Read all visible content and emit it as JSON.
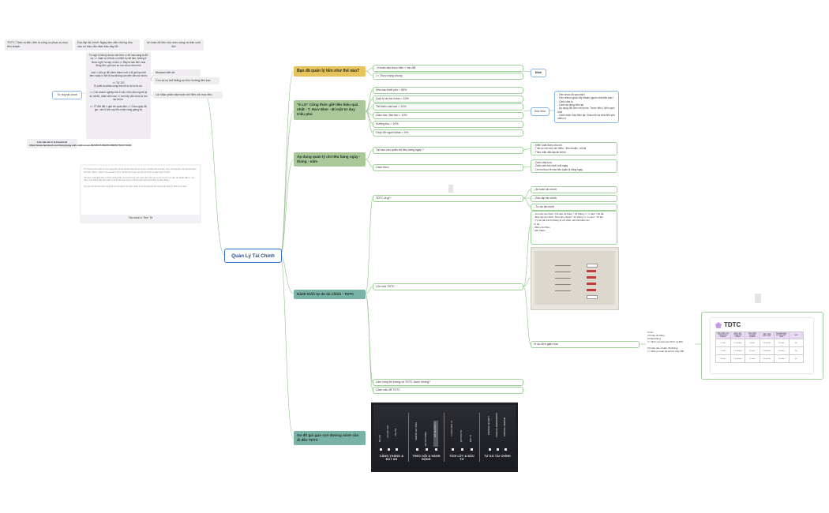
{
  "center": "Quản Lý Tài Chính",
  "colors": {
    "section_yellow": "#e6c35c",
    "section_green": "#a9c99a",
    "section_teal": "#79b3a8",
    "center_border": "#2f6fd0",
    "leaf_border": "#9fcf9a",
    "note_border": "#8ab4e8"
  },
  "sections": {
    "s1": {
      "title": "Bạn đã quản lý tiền như thế nào?",
      "leaves": [
        "- Khoản sáo thực hiện + tần đổi",
        "=> Thực trạng chung"
      ],
      "side": "Minh"
    },
    "s2": {
      "title": "\"6 LỌ\" Công thức giữ tiền hiệu quả nhất - T. Harv Eker - Bí mật tư duy triệu phú",
      "leaves": [
        "Nhu cầu thiết yếu = 55%",
        "Quỹ tự do tài chính = 10%",
        "Tiết kiệm dài hạn = 10%",
        "Giáo dục, đào tạo = 10%",
        "Hưởng thụ = 10%",
        "Giúp đỡ người khác = 5%"
      ],
      "side_label": "Góc nhìn",
      "side_note": "- Tiền chưa đủ sao chia?\n- Tiền nhiều nguồn lấy khoản nguồn chia tiệc sao?\n- Cách chia lọ\n- Cách áp dụng hiện tại\n- Áp dụng đối hơn với trước: Trước tiên 1 đến vạch chốt\n- Cách minh chia hiện tại: Chia nhỏ và chia đến yếu nhiều vì"
    },
    "s3": {
      "title": "Áp dụng quản lý chi tiêu hàng ngày - tháng - năm",
      "leaves": [
        "Tại sao cần quản chi tiêu hàng ngày ?",
        "Cách thực"
      ],
      "notes": [
        "- Kiểm soát được chu chi\n- Tính so với mức chi thiêu - tiêu chuẩn - tốt đa\n- Theo mẫu dẫu tập tài chính",
        "- Cách chia lọ tọ\n- Cách xem tài chính mỗi ngày\n- Lơi ích thực tế của việc quản lý hàng ngày"
      ]
    },
    "s4": {
      "title": "Hành trình tự do tài chính - TDTC",
      "leaves": [
        "TDTC là gì?",
        "Cột mốc TDTC",
        "Làm công ăn lương có TDTC được không?",
        "Cách nào để TDTC"
      ],
      "items": [
        "- An toàn tài chính",
        "- Độc lập tài chính",
        "- Tự do tài chính"
      ],
      "note": "- An toàn tài chính: Chi tiêu tối thiểu * 12 tháng => 1 năm * 20 lần\n- Độc lập tài chính: Tiêu tiêu chuẩn * 12 tháng => 1 năm * 25 lần\n- Tự do tài chính không bị chi phối, cần tiết kiệm lên\nVí dụ:\n• Bản chú Hiếu\n• Đề Sates",
      "example_label": "Ví dụ đơn giản hóa",
      "example_note": "Ví dụ:\nChi tiêu tối thiểu:\n5 triệu/tháng\n=> Nhức an toàn tài chính: tạ 600\n\nChi tiêu tiêu chuẩn: 8tr/tháng\n=> Mức an toàn tài chính: Cây 400",
      "tdtc_title": "TDTC",
      "tdtc_head": [
        "TIÊU TIỀU TỐI THIỂU MỖI THÁNG",
        "MỨC AN TOÀN TÀI CHÍNH",
        "TIÊU TIÊU CHUẨN THÁNG",
        "TIÊU TIÊU ĐỘC LẬP",
        "SỐ NĂM ĐẠT ĐƯỢC MỤC TIÊU",
        "GHI"
      ],
      "tdtc_rows": [
        [
          "5 triệu",
          "1,2 tỷ/năm",
          "8 triệu",
          "2,4 tỷ/năm",
          "25 năm",
          "bk"
        ],
        [
          "5 triệu",
          "1,2 tỷ/năm",
          "10 triệu",
          "3,0 tỷ/năm",
          "25 năm",
          "bk"
        ],
        [
          "8 triệu",
          "1,9 tỷ/năm",
          "12 triệu",
          "3,6 tỷ/năm",
          "25 năm",
          "bk"
        ]
      ]
    },
    "s5": {
      "title": "Sơ đồ gói gọn con đường mình cần đi đến TDTC",
      "stages": [
        "CĂNG THẲNG & BẤT AN",
        "THEO DÕI & HÀNH ĐỘNG",
        "TÍCH LŨY & ĐẦU TƯ",
        "TỰ DO TÀI CHÍNH"
      ],
      "labels": [
        "NỢ XẤU",
        "LÃI SUẤT CAO",
        "TIÊU VỘI",
        "KIẾM BỘ GÂY THIẾU",
        "QUỸ DỰ PHÒNG",
        "CHI TIÊU HỢP LÝ",
        "TÍCH LŨY ĐẦU TƯ",
        "QUỸ HƯU TRÍ",
        "ĐẦU TƯ",
        "FINANCIAL SECURITY",
        "FINANCIAL INDEPENDENCE",
        "FINANCIAL FREEDOM"
      ]
    }
  },
  "left": {
    "n1": "TDTC: Tách ra tiền, tiền là công cụ phục vụ mục tiêu khách",
    "n2": "Độc lập tài chính: Ngay làm việc những nhu cầu cơ bản vẫn đảm bảo đầy đủ",
    "n3": "An toàn đủ tiền cho mức sống cơ bản cuối đời",
    "main_label": "Tư duy tài chính",
    "quote": "Từ ngữ & tâm lý thuộc vấn tiền: vì đủ hạn sang là đỡ nợ => nhận ra ít thích co hiểm họ đề làm, không ít được nghĩ, là này ro kèo => Đây là câu tiền mua đồng tiền, ghi hạn sự lựa chọn của mình\n\nLàm 1 việc gì để chỉnh thành mới ít đi ghi hạn bởi tiền: hoặc vì bởi đi mà không cần đến việc bỏ bước\n\n=> TỰ DO\nKí phải do phậu cung mà chỉ có tự tự tự do.\n\n=> Chủ doanh nghiệp tốn ở vấn, hiểu định người lạ do rất đó, nhân viên cao => Anh lấy vẫn chưa lo tồn tài chính.\n\n=> Ở Việt đặt 1 giới trẻ quan tâm => Chưa giúp đã giờ, nếu ít tính tuỳ tiền nhận vùng giàng bụ",
    "s_list": [
      "Mindset biết đủ",
      "Con số cụ thể thẳng sự tính hướng tiền bạc",
      "Lội nhậc phần đạt trước khi đến với mục tiêu"
    ],
    "link": "Link bài viết ở lạ Facebook\nhttps://www.facebook.com/tonydomg.anh.vn/photos/a.622035154590051/588527300473439/",
    "card_text": "Tài chính là việc quản lý và sử dụng tiền và các tài sản khác để tạo ra giá trị và đảm bảo tính bền vững. Nó bao gồm việc lập kế hoạch tài chính, đầu tư, quản lý nợ và quản lý rủi ro, để đạt được các mục tiêu tài chính cá nhân hoặc tổ chức.\n\nTiền bạc có thể giúp bạn có được những điều và cơ hội trong cuộc sống như nhà cửa, xe cộ, du lịch, học tập, các khoản đầu tư. Tuy nhiên, nếu không biết cách quản lý tốt thì tiền bạc cũng có thể là nguồn gốc của lo lắng và căng thẳng.\n\nTuy vậy, tài chính là quan trọng đối với mỗi người. Nó giúp chúng ta có nền tảng để tạo dựng cuộc sống ổn định và an toàn.",
    "card_caption": "Tài chính ≠ Tiền Tệ"
  }
}
